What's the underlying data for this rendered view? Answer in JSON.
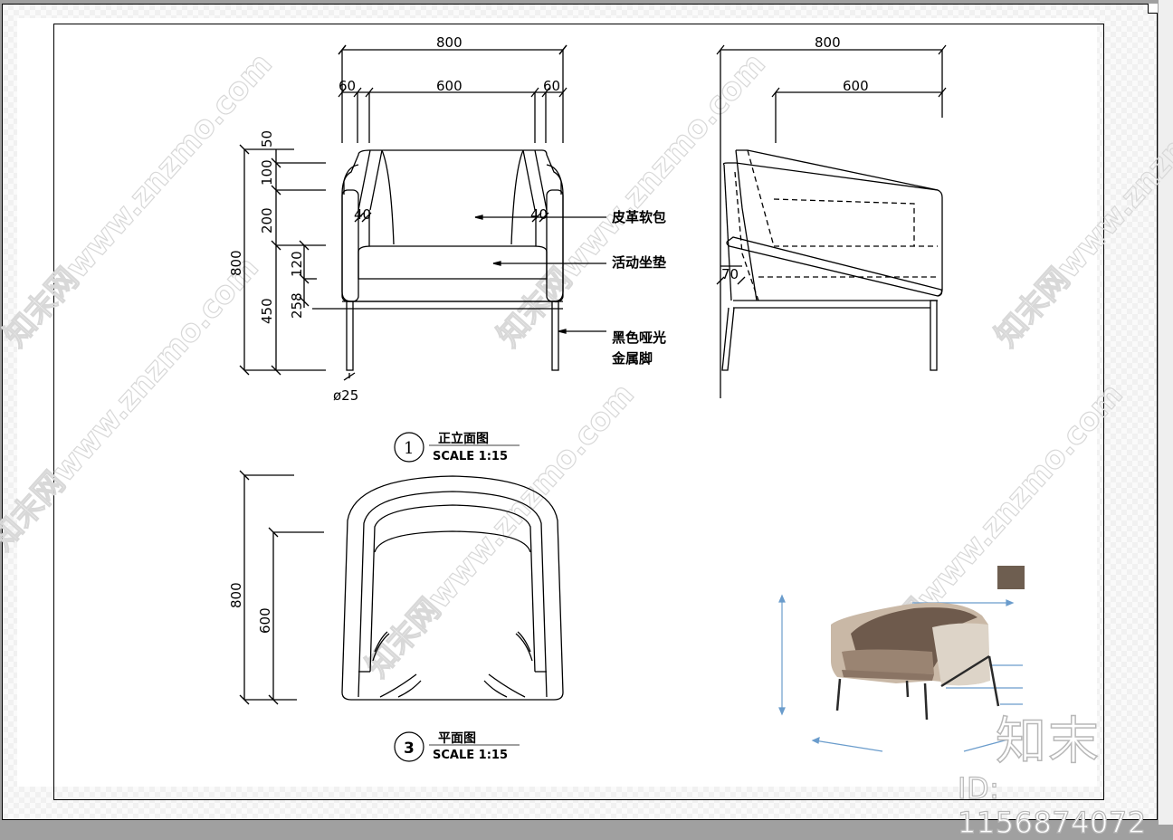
{
  "viewer": {
    "background_color": "#a0a0a0",
    "paper_color": "#ffffff",
    "line_color": "#000000"
  },
  "front_elevation": {
    "title": "正立面图",
    "number": "1",
    "scale": "SCALE 1:15",
    "dimensions": {
      "overall_width": "800",
      "inner_width": "600",
      "left_arm": "60",
      "right_arm": "60",
      "overall_height": "800",
      "top_segment": "50",
      "segment_100": "100",
      "segment_200": "200",
      "segment_120": "120",
      "segment_258": "258",
      "seat_height": "450",
      "arm_left_40": "40",
      "arm_right_40": "40",
      "leg_diameter": "ø25"
    },
    "callouts": [
      {
        "label": "皮革软包"
      },
      {
        "label": "活动坐垫"
      },
      {
        "label_line1": "黑色哑光",
        "label_line2": "金属脚"
      }
    ]
  },
  "side_elevation": {
    "dimensions": {
      "overall_depth": "800",
      "seat_depth": "600",
      "segment_70": "70"
    }
  },
  "plan_view": {
    "title": "平面图",
    "number": "3",
    "scale": "SCALE 1:15",
    "dimensions": {
      "overall_depth": "800",
      "seat_depth": "600"
    }
  },
  "product_photo": {
    "description": "armchair-render",
    "swatch_color": "#6e5e50",
    "arrow_color": "#6a9ccc"
  },
  "watermarks": {
    "site": "知末网www.znzmo.com",
    "brand": "知末",
    "id": "ID: 1156874072"
  }
}
